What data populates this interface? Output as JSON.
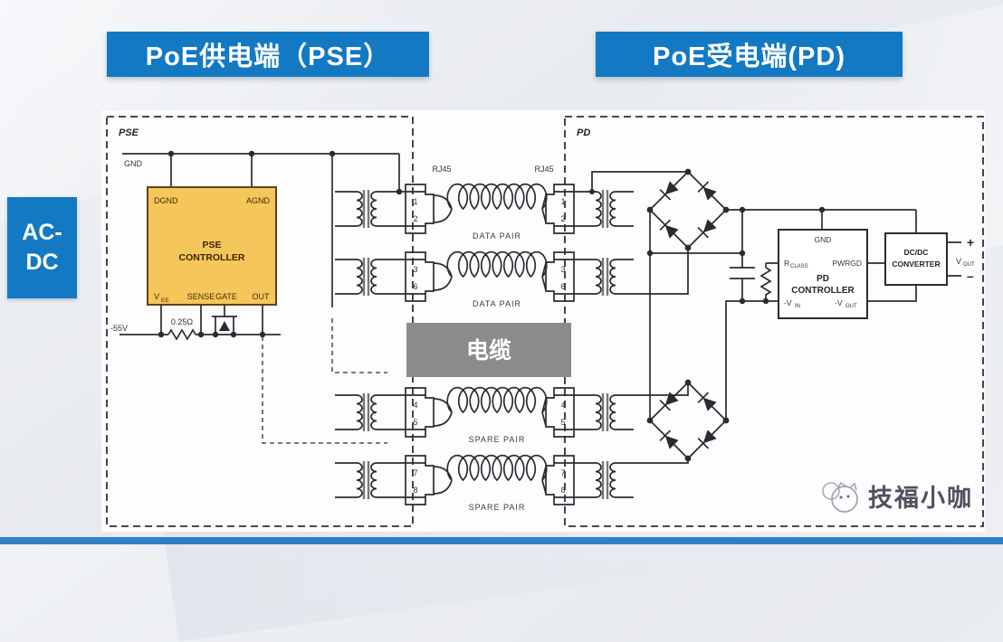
{
  "banners": {
    "pse_label": "PoE供电端（PSE）",
    "pd_label": "PoE受电端(PD)"
  },
  "acdc": {
    "line1": "AC-",
    "line2": "DC"
  },
  "pse_section": {
    "box_label": "PSE",
    "gnd_label": "GND",
    "neg55_label": "-55V",
    "resistor_value": "0.25Ω",
    "controller": {
      "pin_dgnd": "DGND",
      "pin_agnd": "AGND",
      "title_line1": "PSE",
      "title_line2": "CONTROLLER",
      "pin_vee_main": "V",
      "pin_vee_sub": "EE",
      "pin_sense": "SENSE",
      "pin_gate": "GATE",
      "pin_out": "OUT"
    }
  },
  "cable": {
    "rj45_left": "RJ45",
    "rj45_right": "RJ45",
    "cable_label": "电缆",
    "pairs": [
      {
        "left_top": "1",
        "left_bottom": "2",
        "right_top": "1",
        "right_bottom": "2",
        "label": "DATA PAIR"
      },
      {
        "left_top": "3",
        "left_bottom": "6",
        "right_top": "3",
        "right_bottom": "6",
        "label": "DATA PAIR"
      },
      {
        "left_top": "4",
        "left_bottom": "5",
        "right_top": "4",
        "right_bottom": "5",
        "label": "SPARE PAIR"
      },
      {
        "left_top": "7",
        "left_bottom": "8",
        "right_top": "7",
        "right_bottom": "8",
        "label": "SPARE PAIR"
      }
    ]
  },
  "pd_section": {
    "box_label": "PD",
    "controller": {
      "pin_gnd": "GND",
      "pin_rclass_main": "R",
      "pin_rclass_sub": "CLASS",
      "pin_pwrgd": "PWRGD",
      "title_line1": "PD",
      "title_line2": "CONTROLLER",
      "pin_vin_main": "-V",
      "pin_vin_sub": "IN",
      "pin_vout_main": "-V",
      "pin_vout_sub": "OUT"
    },
    "dcdc": {
      "line1": "DC/DC",
      "line2": "CONVERTER",
      "plus": "+",
      "minus": "–",
      "vout_main": "V",
      "vout_sub": "OUT"
    }
  },
  "watermark": {
    "text": "技福小咖"
  },
  "colors": {
    "banner_blue": "#1379c2",
    "controller_yellow": "#f5c65a",
    "cable_gray": "#8b8b8d",
    "footer_blue": "#2f80c3"
  }
}
